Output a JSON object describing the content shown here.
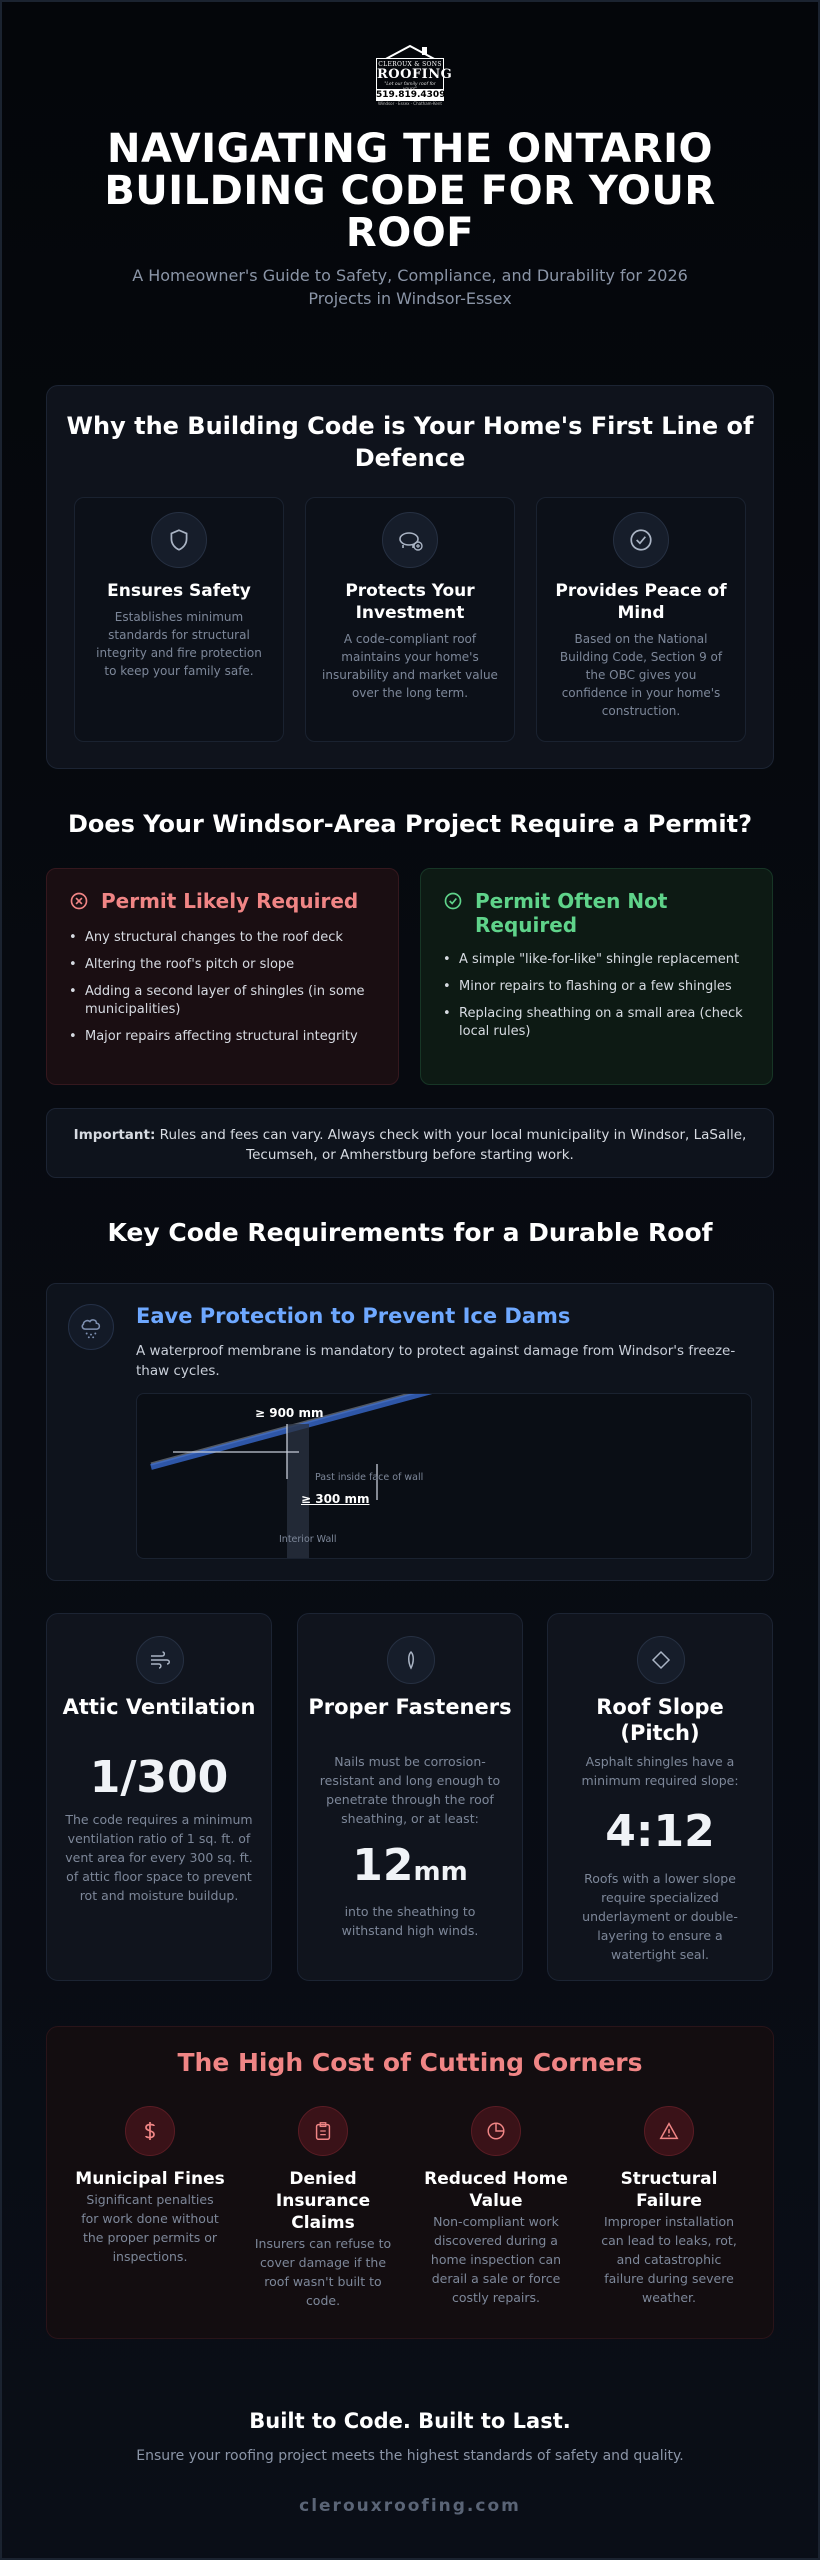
{
  "logo": {
    "line1": "CLEROUX & SONS",
    "line2": "ROOFING",
    "line3": "\"Let our family roof for yours\"",
    "phone": "519.819.4309",
    "tagline": "Windsor · Essex · Chatham-Kent"
  },
  "header": {
    "title": "NAVIGATING THE ONTARIO BUILDING CODE FOR YOUR ROOF",
    "subtitle": "A Homeowner's Guide to Safety, Compliance, and Durability for 2026 Projects in Windsor-Essex"
  },
  "defence": {
    "title": "Why the Building Code is Your Home's First Line of Defence",
    "features": [
      {
        "icon": "shield-icon",
        "title": "Ensures Safety",
        "text": "Establishes minimum standards for structural integrity and fire protection to keep your family safe."
      },
      {
        "icon": "piggy-bank-icon",
        "title": "Protects Your Investment",
        "text": "A code-compliant roof maintains your home's insurability and market value over the long term."
      },
      {
        "icon": "check-circle-icon",
        "title": "Provides Peace of Mind",
        "text": "Based on the National Building Code, Section 9 of the OBC gives you confidence in your home's construction."
      }
    ]
  },
  "permit": {
    "title": "Does Your Windsor-Area Project Require a Permit?",
    "required": {
      "heading": "Permit Likely Required",
      "items": [
        "Any structural changes to the roof deck",
        "Altering the roof's pitch or slope",
        "Adding a second layer of shingles (in some municipalities)",
        "Major repairs affecting structural integrity"
      ]
    },
    "not_required": {
      "heading": "Permit Often Not Required",
      "items": [
        "A simple \"like-for-like\" shingle replacement",
        "Minor repairs to flashing or a few shingles",
        "Replacing sheathing on a small area (check local rules)"
      ]
    },
    "important_label": "Important:",
    "important_text": " Rules and fees can vary. Always check with your local municipality in Windsor, LaSalle, Tecumseh, or Amherstburg before starting work."
  },
  "requirements": {
    "title": "Key Code Requirements for a Durable Roof",
    "eave": {
      "title": "Eave Protection to Prevent Ice Dams",
      "text": "A waterproof membrane is mandatory to protect against damage from Windsor's freeze-thaw cycles.",
      "diagram": {
        "label_900": "≥ 900 mm",
        "label_300": "≥ 300 mm",
        "label_past": "Past inside face of wall",
        "label_wall": "Interior Wall"
      }
    },
    "ventilation": {
      "title": "Attic Ventilation",
      "value": "1/300",
      "text": "The code requires a minimum ventilation ratio of 1 sq. ft. of vent area for every 300 sq. ft. of attic floor space to prevent rot and moisture buildup."
    },
    "fasteners": {
      "title": "Proper Fasteners",
      "text_top": "Nails must be corrosion-resistant and long enough to penetrate through the roof sheathing, or at least:",
      "value": "12",
      "unit": "mm",
      "text_bottom": "into the sheathing to withstand high winds."
    },
    "slope": {
      "title": "Roof Slope (Pitch)",
      "text_top": "Asphalt shingles have a minimum required slope:",
      "value": "4:12",
      "text_bottom": "Roofs with a lower slope require specialized underlayment or double-layering to ensure a watertight seal."
    }
  },
  "cost": {
    "title": "The High Cost of Cutting Corners",
    "items": [
      {
        "icon": "dollar-icon",
        "title": "Municipal Fines",
        "text": "Significant penalties for work done without the proper permits or inspections."
      },
      {
        "icon": "clipboard-icon",
        "title": "Denied Insurance Claims",
        "text": "Insurers can refuse to cover damage if the roof wasn't built to code."
      },
      {
        "icon": "pie-chart-icon",
        "title": "Reduced Home Value",
        "text": "Non-compliant work discovered during a home inspection can derail a sale or force costly repairs."
      },
      {
        "icon": "warning-icon",
        "title": "Structural Failure",
        "text": "Improper installation can lead to leaks, rot, and catastrophic failure during severe weather."
      }
    ]
  },
  "footer": {
    "title": "Built to Code. Built to Last.",
    "text": "Ensure your roofing project meets the highest standards of safety and quality.",
    "url": "clerouxroofing.com"
  },
  "colors": {
    "accent_blue": "#6ea8ff",
    "required_red": "#f08585",
    "not_required_green": "#5fd38a"
  }
}
